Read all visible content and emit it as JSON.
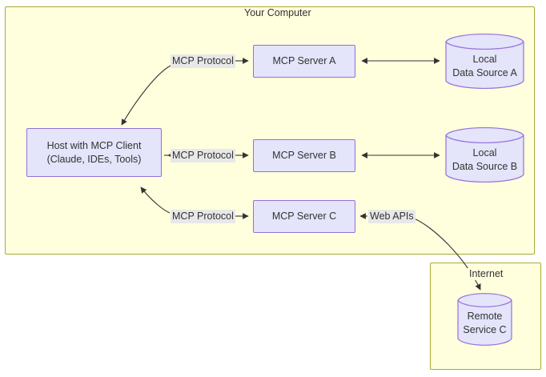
{
  "diagram": {
    "type": "architecture-flowchart",
    "clusters": [
      {
        "id": "your-computer",
        "label": "Your Computer"
      },
      {
        "id": "internet",
        "label": "Internet"
      }
    ],
    "nodes": {
      "host": {
        "line1": "Host with MCP Client",
        "line2": "(Claude, IDEs, Tools)"
      },
      "server_a": {
        "label": "MCP Server A"
      },
      "server_b": {
        "label": "MCP Server B"
      },
      "server_c": {
        "label": "MCP Server C"
      },
      "data_source_a": {
        "line1": "Local",
        "line2": "Data Source A"
      },
      "data_source_b": {
        "line1": "Local",
        "line2": "Data Source B"
      },
      "remote_service_c": {
        "line1": "Remote",
        "line2": "Service C"
      }
    },
    "edge_labels": {
      "protocol_a": "MCP Protocol",
      "protocol_b": "MCP Protocol",
      "protocol_c": "MCP Protocol",
      "web_apis": "Web APIs"
    },
    "colors": {
      "cluster_fill": "#ffffde",
      "cluster_border": "#aaaa33",
      "node_fill": "#e4e4fa",
      "node_border": "#9370db",
      "edge_label_bg": "#e8e8e8",
      "text": "#333333",
      "arrow": "#333333"
    }
  }
}
